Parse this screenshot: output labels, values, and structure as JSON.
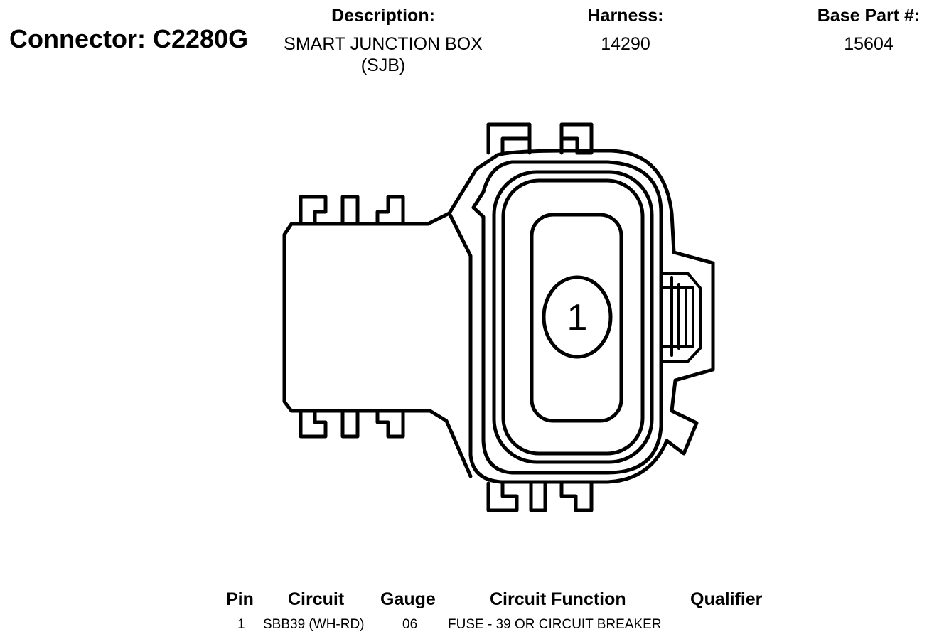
{
  "header": {
    "connector": "Connector: C2280G",
    "description_label": "Description:",
    "description_line1": "SMART JUNCTION BOX",
    "description_line2": "(SJB)",
    "harness_label": "Harness:",
    "harness_value": "14290",
    "base_part_label": "Base Part #:",
    "base_part_value": "15604"
  },
  "diagram": {
    "pin_label": "1"
  },
  "pin_table": {
    "columns": [
      "Pin",
      "Circuit",
      "Gauge",
      "Circuit Function",
      "Qualifier"
    ],
    "rows": [
      {
        "pin": "1",
        "circuit": "SBB39 (WH-RD)",
        "gauge": "06",
        "function": "FUSE - 39 OR CIRCUIT BREAKER",
        "qualifier": ""
      }
    ]
  }
}
